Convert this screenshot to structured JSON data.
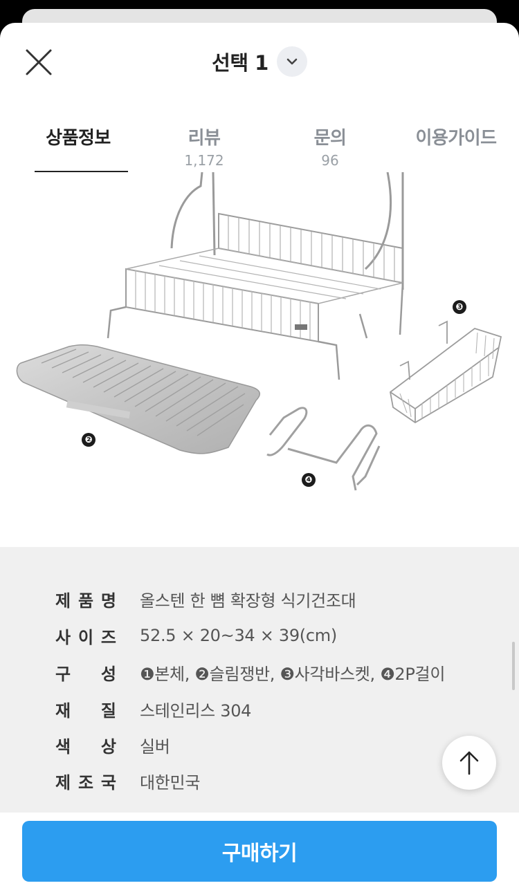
{
  "header": {
    "title": "선택 1"
  },
  "tabs": [
    {
      "label": "상품정보",
      "count": ""
    },
    {
      "label": "리뷰",
      "count": "1,172"
    },
    {
      "label": "문의",
      "count": "96"
    },
    {
      "label": "이용가이드",
      "count": ""
    }
  ],
  "product_image": {
    "badges": [
      "❸",
      "❷",
      "❹"
    ]
  },
  "specs": [
    {
      "key": [
        "제",
        "품",
        "명"
      ],
      "value": "올스텐 한 뼘 확장형 식기건조대"
    },
    {
      "key": [
        "사",
        "이",
        "즈"
      ],
      "value": "52.5 × 20~34 × 39(cm)"
    },
    {
      "key": [
        "구",
        "성"
      ],
      "value": "❶본체, ❷슬림쟁반, ❸사각바스켓, ❹2P걸이"
    },
    {
      "key": [
        "재",
        "질"
      ],
      "value": "스테인리스 304"
    },
    {
      "key": [
        "색",
        "상"
      ],
      "value": "실버"
    },
    {
      "key": [
        "제",
        "조",
        "국"
      ],
      "value": "대한민국"
    }
  ],
  "footer": {
    "buy_label": "구매하기"
  },
  "colors": {
    "accent": "#2c9df0",
    "spec_bg": "#f0f0f0"
  }
}
